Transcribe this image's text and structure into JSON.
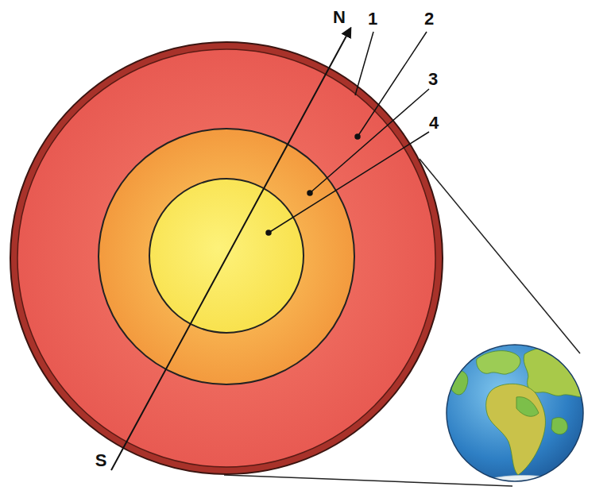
{
  "diagram": {
    "labels": [
      "N",
      "S",
      "1",
      "2",
      "3",
      "4"
    ]
  }
}
